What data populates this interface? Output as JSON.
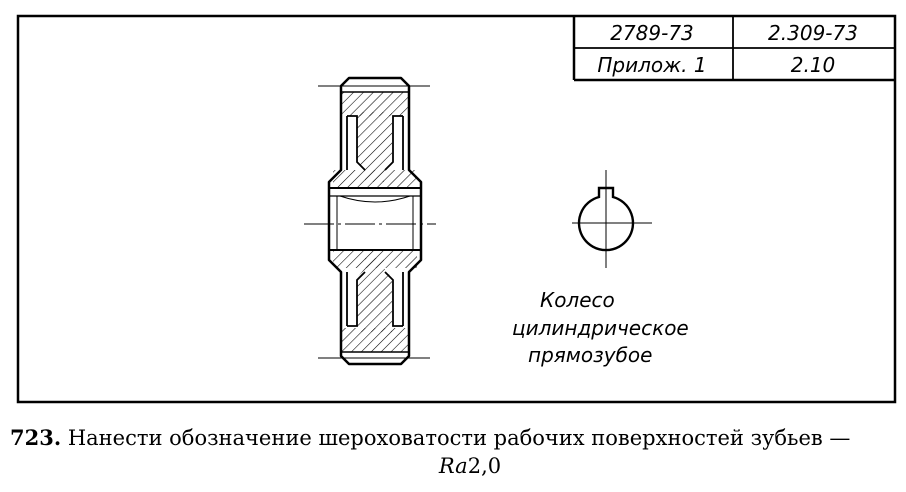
{
  "title_block": {
    "cell_1": "2789-73",
    "cell_2": "2.309-73",
    "cell_3": "Прилож. 1",
    "cell_4": "2.10"
  },
  "part_label": {
    "line1": "Колесо",
    "line2": "цилиндрическое",
    "line3": "прямозубое"
  },
  "caption": {
    "number": "723.",
    "text": "Нанести обозначение шероховатости рабочих поверхностей зубьев —",
    "ra_symbol": "Ra",
    "ra_value": "2,0"
  }
}
